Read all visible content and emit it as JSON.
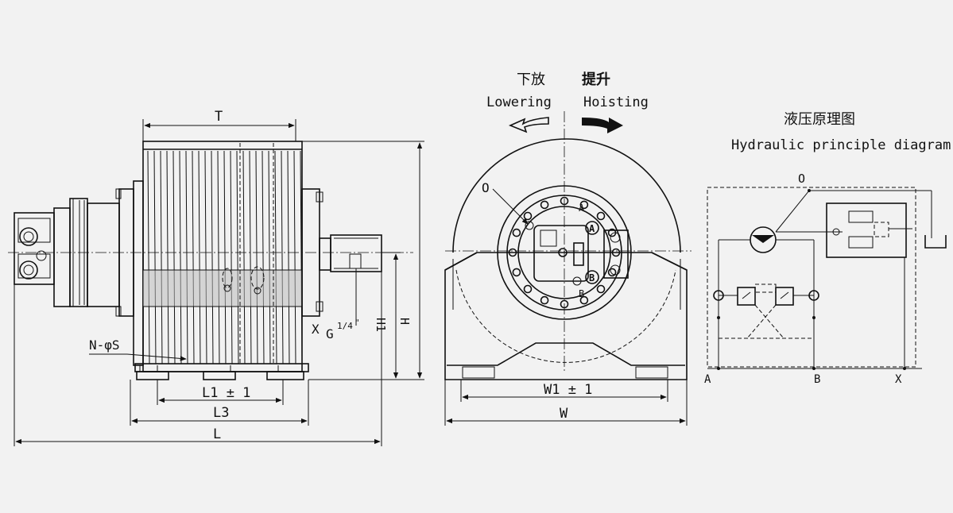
{
  "side_view": {
    "dim_T": "T",
    "dim_L": "L",
    "dim_L3": "L3",
    "dim_L1": "L1 ± 1",
    "dim_H": "H",
    "dim_H1": "H1",
    "holes": "N-φS",
    "port_X": "X",
    "port_G": "G",
    "port_G_frac": "1/4",
    "port_G_inch": "\""
  },
  "front_view": {
    "lowering_cn": "下放",
    "lowering_en": "Lowering",
    "hoisting_cn": "提升",
    "hoisting_en": "Hoisting",
    "port_O": "O",
    "port_A": "A",
    "port_B": "B",
    "dim_W1": "W1 ± 1",
    "dim_W": "W"
  },
  "hydraulic": {
    "title_cn": "液压原理图",
    "title_en": "Hydraulic principle diagram",
    "port_O": "O",
    "port_A": "A",
    "port_B": "B",
    "port_X": "X"
  }
}
